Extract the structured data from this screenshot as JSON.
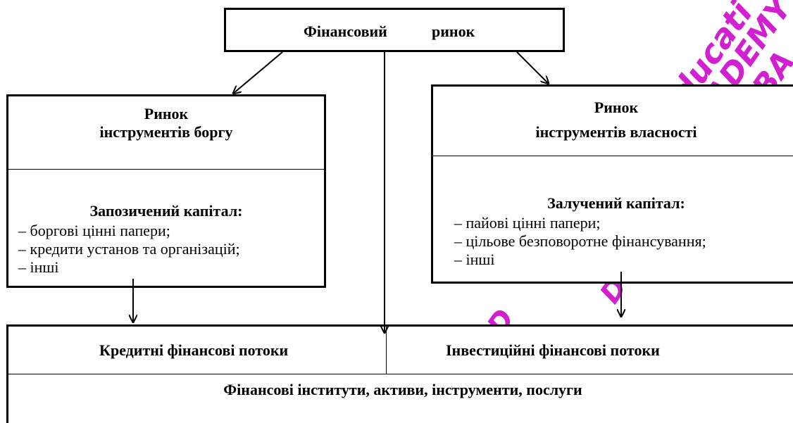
{
  "top_box": {
    "title_left": "Фінансовий",
    "title_right": "ринок"
  },
  "left_box": {
    "title_line1": "Ринок",
    "title_line2": "інструментів боргу",
    "section_title": "Запозичений капітал:",
    "items": [
      "– боргові цінні папери;",
      "– кредити установ та організацій;",
      "– інші"
    ]
  },
  "right_box": {
    "title_line1": "Ринок",
    "title_line2": "інструментів власності",
    "section_title": "Залучений капітал:",
    "items": [
      "– пайові цінні папери;",
      "– цільове безповоротне фінансування;",
      "– інші"
    ]
  },
  "bottom_box": {
    "left_cell": "Кредитні фінансові потоки",
    "right_cell": "Інвестиційні фінансові потоки",
    "footer": "Фінансові інститути, активи, інструменти, послуги"
  },
  "watermark": {
    "color": "#d020d0",
    "fragments": [
      "Educati",
      "ADEMY",
      "BA",
      "D",
      "D"
    ]
  }
}
